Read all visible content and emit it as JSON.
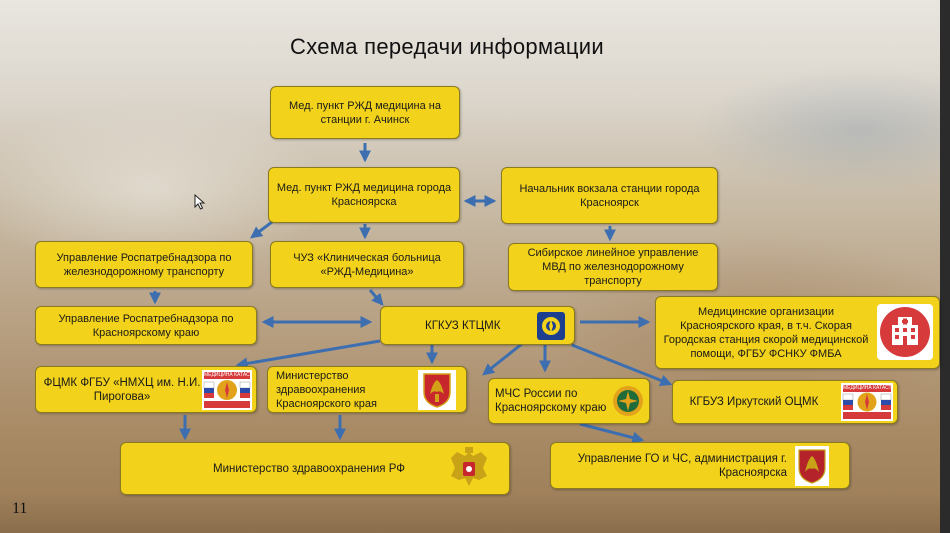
{
  "slide": {
    "title": "Схема передачи информации",
    "page_number": "11"
  },
  "nodes": {
    "achinsk": "Мед. пункт  РЖД медицина на станции г. Ачинск",
    "krasnoyarsk_med": "Мед. пункт РЖД медицина города Красноярска",
    "station_head": "Начальник вокзала станции города Красноярск",
    "rospotreb_rail": "Управление Роспатребнадзора по железнодорожному транспорту",
    "chuz": "ЧУЗ «Клиническая больница «РЖД-Медицина»",
    "mvd": "Сибирское линейное управление МВД по железнодорожному транспорту",
    "rospotreb_krai": "Управление Роспатребнадзора по Красноярскому краю",
    "ktcmk": "КГКУЗ КТЦМК",
    "med_orgs": "Медицинские организации Красноярского края, в т.ч. Скорая Городская станция скорой медицинской помощи, ФГБУ ФСНКУ ФМБА",
    "fcmk": "ФЦМК ФГБУ «НМХЦ им. Н.И. Пирогова»",
    "minzdrav_krai": "Министерство здравоохранения Красноярского края",
    "mchs": "МЧС России по Красноярскому краю",
    "irkutsk": "КГБУЗ Иркутский ОЦМК",
    "minzdrav_rf": "Министерство здравоохранения РФ",
    "go_chs": "Управление ГО и ЧС, администрация г. Красноярска"
  },
  "badges": {
    "medicine_disaster": "МЕДИЦИНА КАТАСТРОФ"
  },
  "colors": {
    "box_fill": "#f2d21a",
    "arrow": "#3d6fb0",
    "hospital_icon": "#d63a3a"
  },
  "icons": [
    "ktcmk-emblem-icon",
    "hospital-icon",
    "medicine-disaster-logo-icon",
    "krasnoyarsk-coat-of-arms-icon",
    "mchs-emblem-icon",
    "russia-coat-of-arms-icon",
    "krasnoyarsk-city-coat-of-arms-icon",
    "cursor-icon"
  ]
}
